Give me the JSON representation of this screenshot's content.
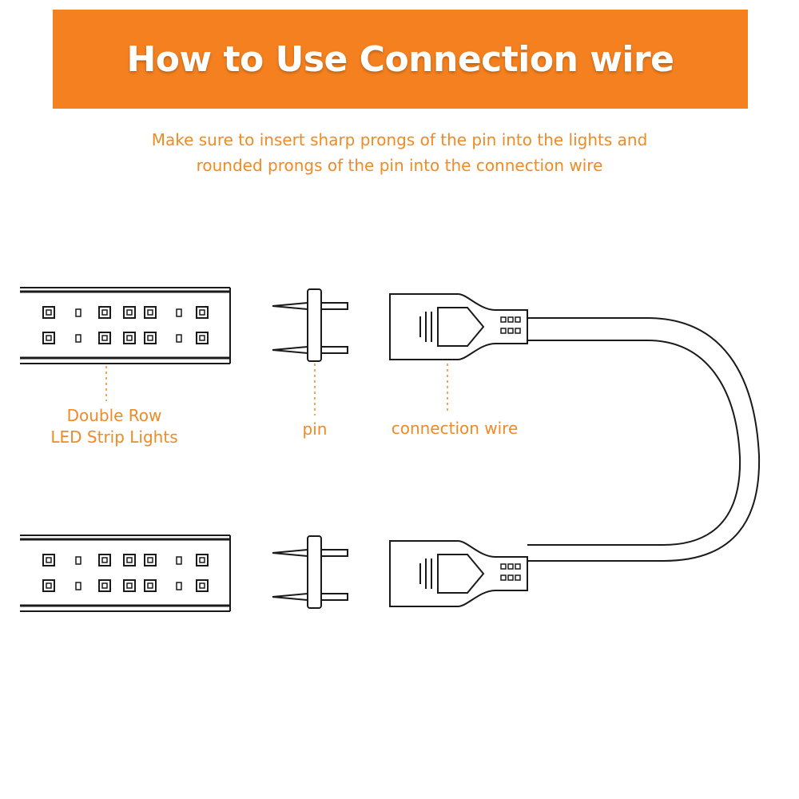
{
  "header": {
    "title": "How to Use Connection wire",
    "accent_color": "#f4801f"
  },
  "instruction": {
    "line1": "Make sure to insert sharp prongs of the pin into the lights and",
    "line2": "rounded prongs of the pin into the connection wire",
    "text_color": "#ef8a25"
  },
  "labels": {
    "strip_line1": "Double Row",
    "strip_line2": "LED Strip Lights",
    "pin": "pin",
    "connection_wire": "connection wire"
  },
  "icons": [
    "led-strip-icon",
    "pin-connector-icon",
    "connection-wire-icon"
  ]
}
